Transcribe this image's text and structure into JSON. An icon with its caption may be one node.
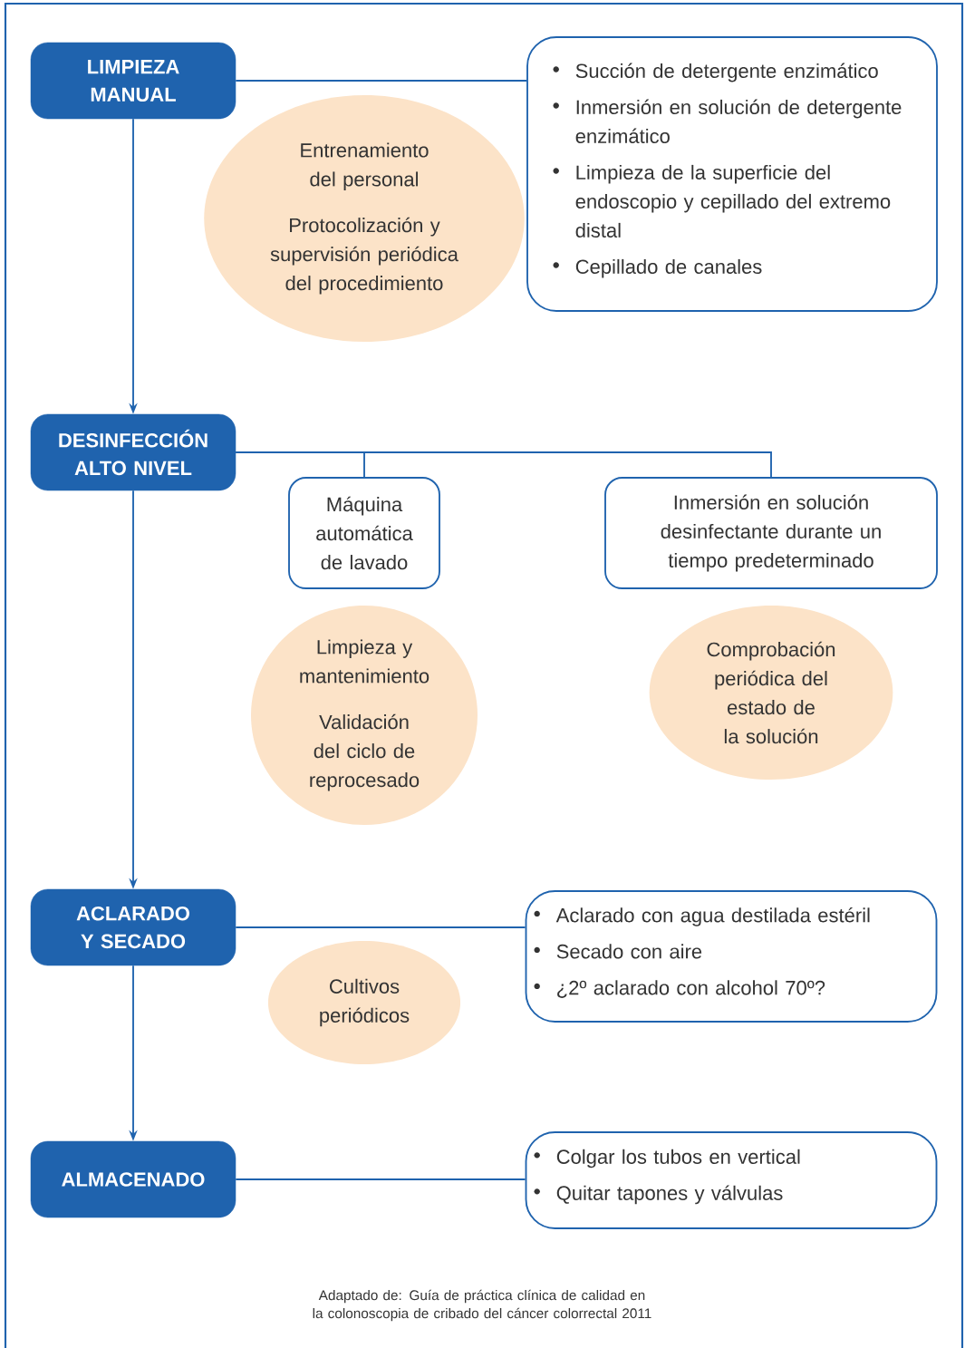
{
  "diagram": {
    "caption": "Adaptado de: Guía de práctica clínica de calidad en la colonoscopia de cribado del cáncer colorrectal 2011",
    "nodes": [
      {
        "text": [
          "LIMPIEZA MANUAL"
        ]
      },
      {
        "text": [
          "Succión de detergente enzimático",
          "Inmersión en solución de detergente enzimático",
          "Limpieza de la superficie del endoscopio y cepillado del extremo distal",
          "Cepillado de canales"
        ]
      },
      {
        "text": [
          "Entrenamiento del personal",
          "Protocolización y supervisión periódica del procedimiento"
        ]
      },
      {
        "text": [
          "DESINFECCIÓN ALTO NIVEL"
        ]
      },
      {
        "text": [
          "Máquina automática de lavado"
        ]
      },
      {
        "text": [
          "Inmersión en solución desinfectante durante un tiempo predeterminado"
        ]
      },
      {
        "text": [
          "Limpieza y mantenimiento",
          "Validación del ciclo de reprocesado"
        ]
      },
      {
        "text": [
          "Comprobación periódica del estado de la solución"
        ]
      },
      {
        "text": [
          "ACLARADO Y SECADO"
        ]
      },
      {
        "text": [
          "Aclarado con agua destilada estéril",
          "Secado con aire",
          "¿2º aclarado con alcohol 70º?"
        ]
      },
      {
        "text": [
          "Cultivos periódicos"
        ]
      },
      {
        "text": [
          "ALMACENADO"
        ]
      },
      {
        "text": [
          "Colgar los tubos en vertical",
          "Quitar tapones y válvulas"
        ]
      }
    ],
    "edges": [
      {
        "from": 0,
        "to": 1,
        "arrow": "none"
      },
      {
        "from": 0,
        "to": 3,
        "arrow": "to"
      },
      {
        "from": 3,
        "to": 4,
        "arrow": "none"
      },
      {
        "from": 3,
        "to": 5,
        "arrow": "none"
      },
      {
        "from": 3,
        "to": 8,
        "arrow": "to"
      },
      {
        "from": 8,
        "to": 9,
        "arrow": "none"
      },
      {
        "from": 8,
        "to": 11,
        "arrow": "to"
      },
      {
        "from": 11,
        "to": 12,
        "arrow": "none"
      }
    ]
  }
}
